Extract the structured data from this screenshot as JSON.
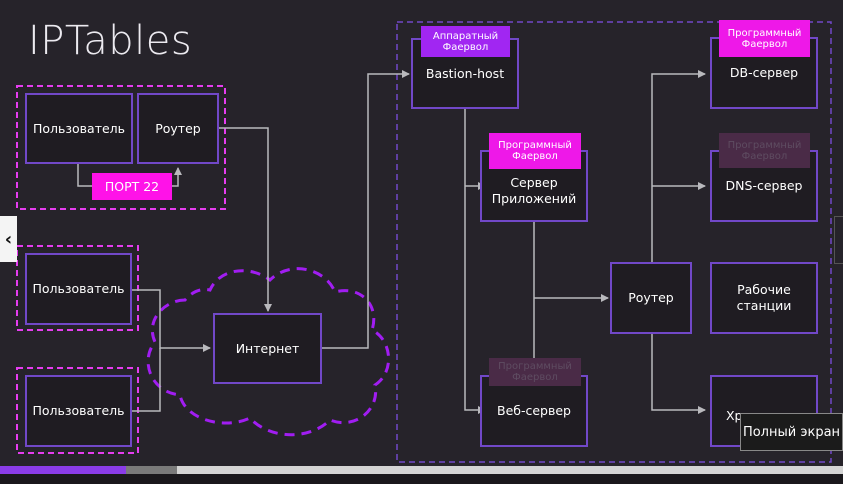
{
  "title": "IPTables",
  "nodes": {
    "user1": "Пользователь",
    "router1": "Роутер",
    "port": "ПОРТ 22",
    "user2": "Пользователь",
    "user3": "Пользователь",
    "internet": "Интернет",
    "bastion": "Bastion-host",
    "app_server": "Сервер\nПриложений",
    "web_server": "Веб-сервер",
    "router2": "Роутер",
    "db_server": "DB-сервер",
    "dns_server": "DNS-сервер",
    "workstations": "Рабочие\nстанции",
    "storage": "Хранилище"
  },
  "badges": {
    "hardware_fw": "Аппаратный\nФаервол",
    "software_fw_app": "Программный\nФаервол",
    "software_fw_db": "Программный\nФаервол",
    "software_fw_dns": "Программный\nФаервол",
    "software_fw_web": "Программный\nФаервол"
  },
  "player": {
    "fullscreen_tooltip": "Полный экран",
    "progress_played": 0.15,
    "progress_buffered": 0.21
  },
  "colors": {
    "node_border": "#7148c8",
    "dashed_pink": "#e53df0",
    "hardware_badge": "#a126f2",
    "software_badge": "#ee18e8",
    "port_badge": "#ff12e8",
    "arrow": "#b9b9bd"
  }
}
